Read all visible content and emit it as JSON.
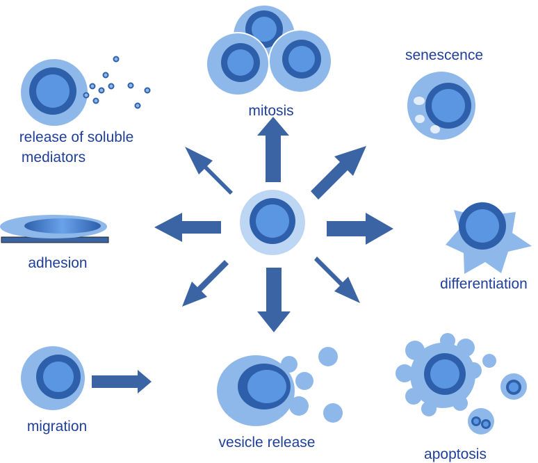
{
  "colors": {
    "outer": "#8fb8ea",
    "outer_light": "#bcd6f4",
    "nucleus_dark": "#2d5fab",
    "nucleus_mid": "#3f7fd0",
    "nucleus_light": "#6aa3ea",
    "arrow": "#3a64a4",
    "label": "#1f3f9a",
    "dot": "#3a64a4",
    "vacuole": "#e4eefb"
  },
  "center_cell": {
    "name": "central-cell",
    "icon": "cell-icon"
  },
  "outcomes": {
    "release": {
      "line1": "release of soluble",
      "line2": "mediators"
    },
    "mitosis": {
      "label": "mitosis"
    },
    "senescence": {
      "label": "senescence"
    },
    "adhesion": {
      "label": "adhesion"
    },
    "differentiation": {
      "label": "differentiation"
    },
    "migration": {
      "label": "migration"
    },
    "vesicle": {
      "label": "vesicle release"
    },
    "apoptosis": {
      "label": "apoptosis"
    }
  }
}
